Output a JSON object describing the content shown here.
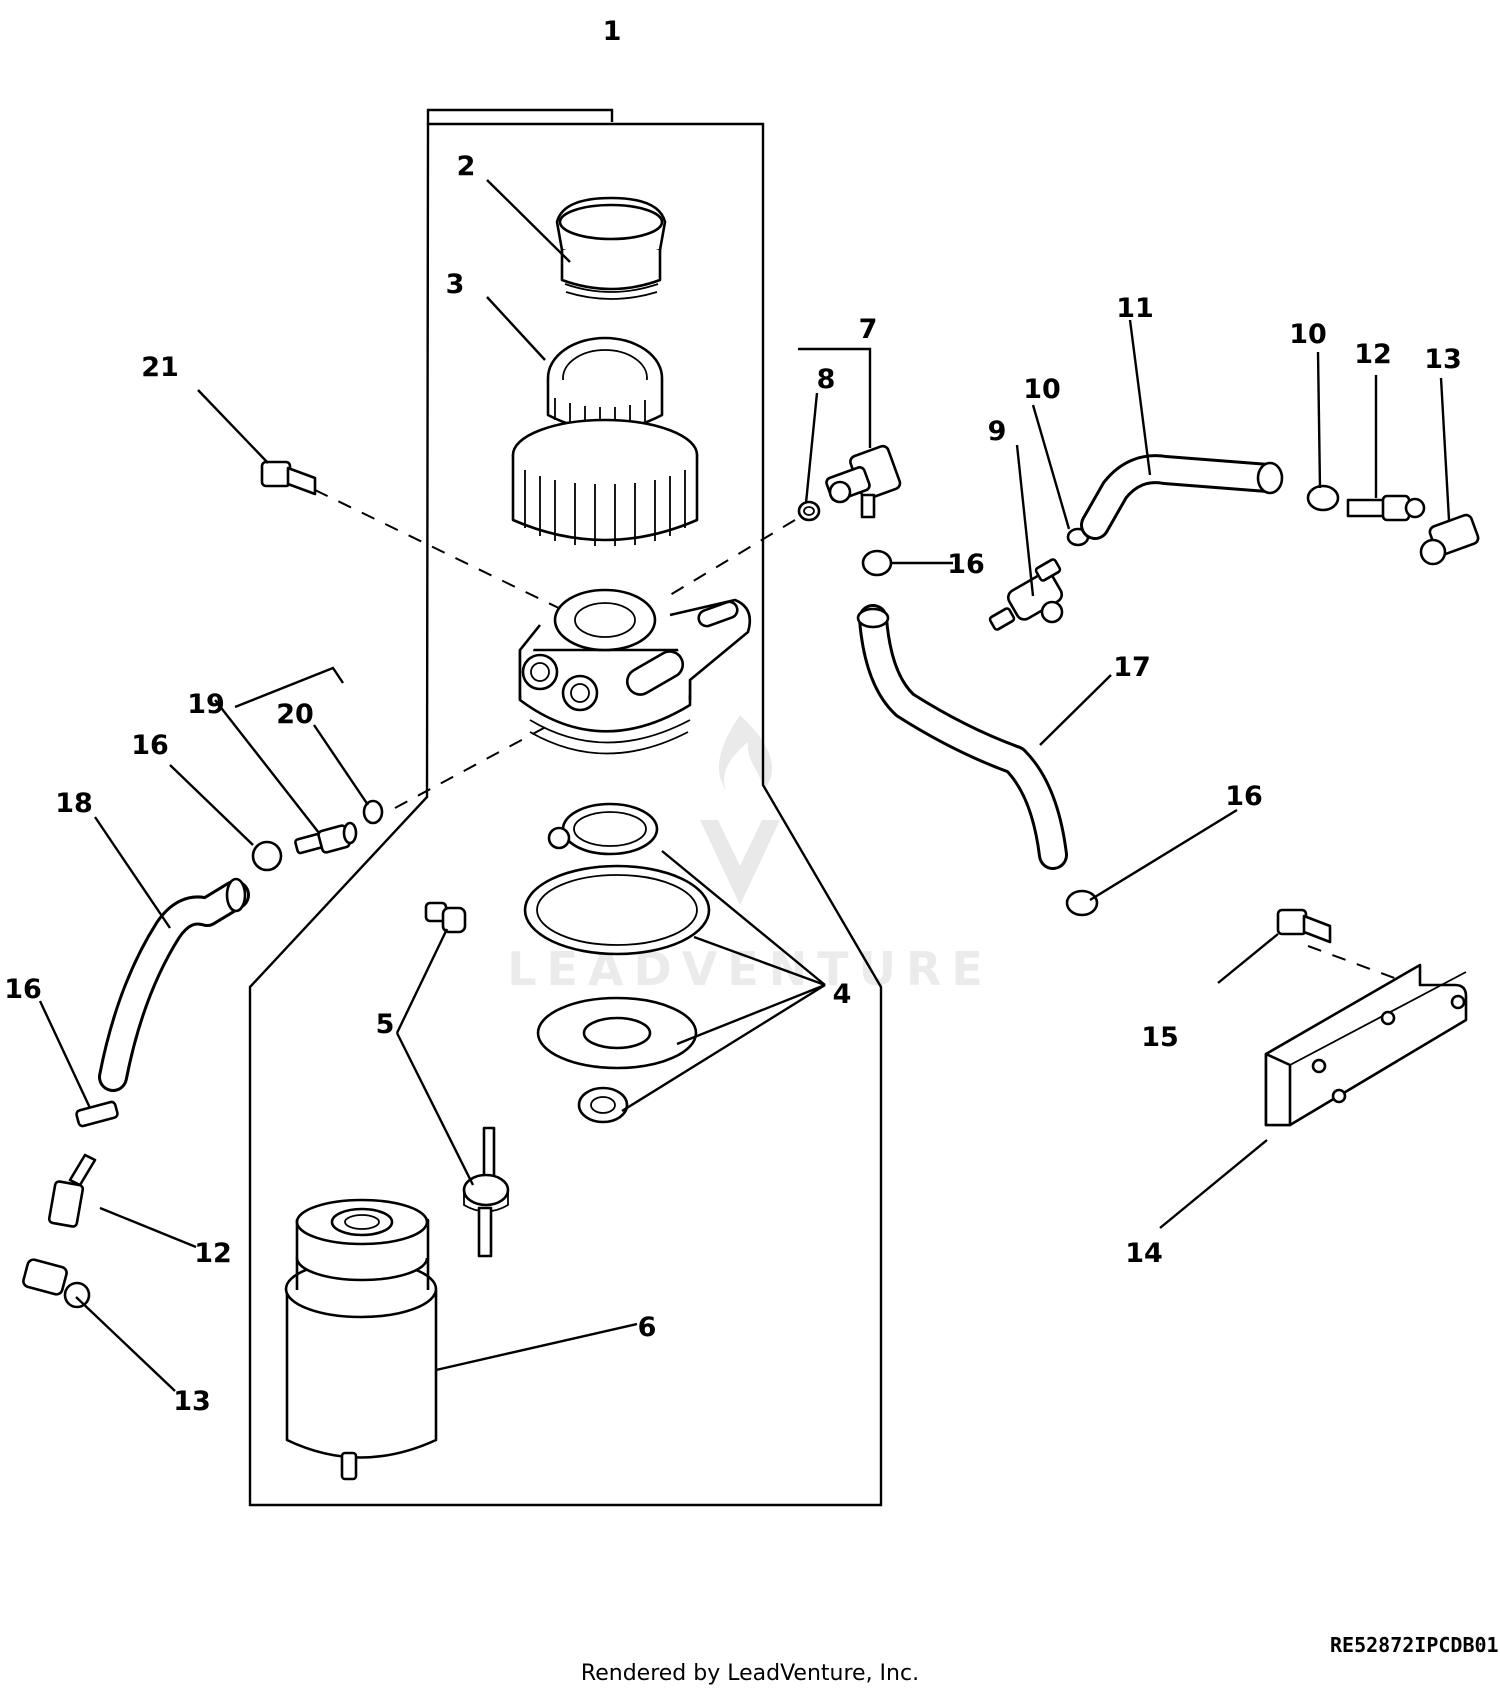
{
  "callouts": {
    "c1": "1",
    "c2": "2",
    "c3": "3",
    "c4": "4",
    "c5": "5",
    "c6": "6",
    "c7": "7",
    "c8": "8",
    "c9": "9",
    "c10a": "10",
    "c10b": "10",
    "c11": "11",
    "c12a": "12",
    "c12b": "12",
    "c13a": "13",
    "c13b": "13",
    "c14": "14",
    "c15": "15",
    "c16a": "16",
    "c16b": "16",
    "c16c": "16",
    "c16d": "16",
    "c17": "17",
    "c18": "18",
    "c19": "19",
    "c20": "20",
    "c21": "21"
  },
  "drawing_id": "RE52872IPCDB01",
  "watermark": "LEADVENTURE",
  "credit": "Rendered by LeadVenture, Inc."
}
